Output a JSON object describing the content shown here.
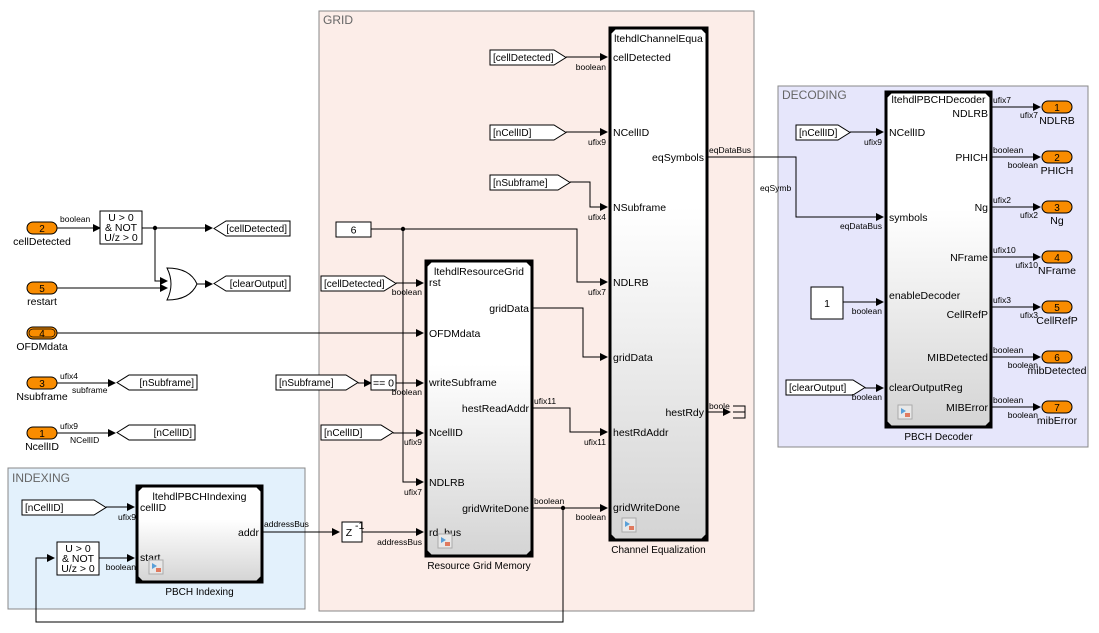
{
  "areas": {
    "grid": "GRID",
    "decoding": "DECODING",
    "indexing": "INDEXING"
  },
  "inports": [
    {
      "num": "2",
      "name": "cellDetected"
    },
    {
      "num": "5",
      "name": "restart"
    },
    {
      "num": "4",
      "name": "OFDMdata"
    },
    {
      "num": "3",
      "name": "Nsubframe"
    },
    {
      "num": "1",
      "name": "NcellID"
    }
  ],
  "outports": [
    {
      "num": "1",
      "name": "NDLRB"
    },
    {
      "num": "2",
      "name": "PHICH"
    },
    {
      "num": "3",
      "name": "Ng"
    },
    {
      "num": "4",
      "name": "NFrame"
    },
    {
      "num": "5",
      "name": "CellRefP"
    },
    {
      "num": "6",
      "name": "mibDetected"
    },
    {
      "num": "7",
      "name": "mibError"
    }
  ],
  "blocks": {
    "channel_eq": {
      "title": "ltehdlChannelEqua",
      "caption": "Channel Equalization",
      "inputs": [
        "cellDetected",
        "NCellID",
        "NSubframe",
        "NDLRB",
        "gridData",
        "hestRdAddr",
        "gridWriteDone"
      ],
      "outputs": [
        "eqSymbols",
        "hestRdy"
      ]
    },
    "resource_grid": {
      "title": "ltehdlResourceGrid",
      "caption": "Resource Grid Memory",
      "inputs": [
        "rst",
        "OFDMdata",
        "writeSubframe",
        "NcellID",
        "NDLRB",
        "rd_bus"
      ],
      "outputs": [
        "gridData",
        "hestReadAddr",
        "gridWriteDone"
      ]
    },
    "pbch_decoder": {
      "title": "ltehdlPBCHDecoder",
      "caption": "PBCH Decoder",
      "inputs": [
        "NCellID",
        "symbols",
        "enableDecoder",
        "clearOutputReg"
      ],
      "outputs": [
        "NDLRB",
        "PHICH",
        "Ng",
        "NFrame",
        "CellRefP",
        "MIBDetected",
        "MIBError"
      ]
    },
    "pbch_indexing": {
      "title": "ltehdlPBCHIndexing",
      "caption": "PBCH Indexing",
      "inputs": [
        "cellID",
        "start"
      ],
      "outputs": [
        "addr"
      ]
    }
  },
  "detect_rise": [
    "U > 0",
    "&  NOT",
    "U/z > 0"
  ],
  "tags": {
    "goto_cellDetected": "[cellDetected]",
    "goto_clearOutput": "[clearOutput]",
    "goto_nSubframe": "[nSubframe]",
    "goto_nCellID": "[nCellID]",
    "from_grid_cellDetected": "[cellDetected]",
    "from_grid_nSubframe": "[nSubframe]",
    "from_grid_nCellID": "[nCellID]",
    "from_eq_cellDetected": "[cellDetected]",
    "from_eq_nCellID": "[nCellID]",
    "from_eq_nSubframe": "[nSubframe]",
    "from_idx_nCellID": "[nCellID]",
    "from_dec_nCellID": "[nCellID]",
    "from_dec_clearOutput": "[clearOutput]"
  },
  "constants": {
    "six": "6",
    "one": "1",
    "compare": "== 0",
    "delay": "Z",
    "delay_exp": "-1"
  },
  "signal_labels": [
    "boolean",
    "ufix4",
    "subframe",
    "ufix9",
    "NCellID",
    "boolean",
    "boolean",
    "ufix9",
    "ufix7",
    "addressBus",
    "addressBus",
    "ufix9",
    "boolean",
    "boolean",
    "ufix9",
    "ufix4",
    "ufix7",
    "ufix11",
    "boolean",
    "ufix11",
    "boolean",
    "eqDataBus",
    "eqSymb",
    "eqDataBus",
    "boole",
    "ufix9",
    "boolean",
    "boolean",
    "ufix7",
    "ufix7",
    "boolean",
    "boolean",
    "ufix2",
    "ufix2",
    "ufix10",
    "ufix10",
    "ufix3",
    "ufix3",
    "boolean",
    "boolean",
    "boolean",
    "boolean"
  ],
  "colors": {
    "port": "#f98c00",
    "grid_area": "#fcede8",
    "decoding_area": "#e6e6fb",
    "indexing_area": "#e3f1fc"
  }
}
